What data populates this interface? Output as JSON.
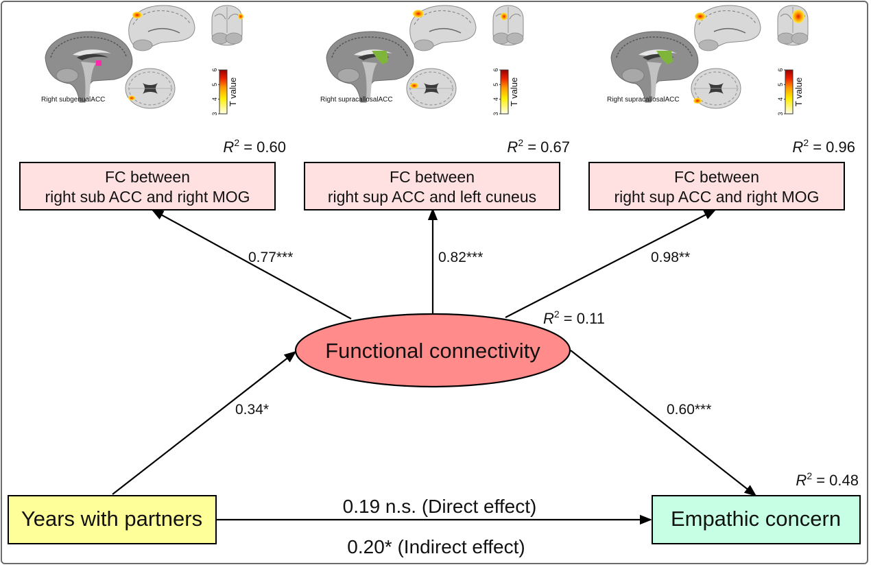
{
  "panels": [
    {
      "caption": "Right subgenualACC",
      "seed_color": "#ff2aa8",
      "colorbar": {
        "title": "T value",
        "ticks": [
          "3",
          "4",
          "5",
          "6"
        ]
      }
    },
    {
      "caption": "Right supracallosalACC",
      "seed_color": "#7fb53a",
      "colorbar": {
        "title": "T value",
        "ticks": [
          "3",
          "4",
          "5",
          "6"
        ]
      }
    },
    {
      "caption": "Right supracallosalACC",
      "seed_color": "#7fb53a",
      "colorbar": {
        "title": "T value",
        "ticks": [
          "3",
          "4",
          "5",
          "6"
        ]
      }
    }
  ],
  "indicators": [
    {
      "line1": "FC between",
      "line2": "right sub ACC and right MOG",
      "r2_label": "R",
      "r2_sup": "2",
      "r2_value": " = 0.60",
      "loading": "0.77***"
    },
    {
      "line1": "FC between",
      "line2": "right sup ACC and left cuneus",
      "r2_label": "R",
      "r2_sup": "2",
      "r2_value": " = 0.67",
      "loading": "0.82***"
    },
    {
      "line1": "FC between",
      "line2": "right sup ACC and right MOG",
      "r2_label": "R",
      "r2_sup": "2",
      "r2_value": " = 0.96",
      "loading": "0.98**"
    }
  ],
  "mediator": {
    "label": "Functional connectivity",
    "r2_label": "R",
    "r2_sup": "2",
    "r2_value": " = 0.11",
    "fill": "#ff8b8b"
  },
  "predictor": {
    "label": "Years with partners",
    "fill": "#ffff99"
  },
  "outcome": {
    "label": "Empathic concern",
    "r2_label": "R",
    "r2_sup": "2",
    "r2_value": " = 0.48",
    "fill": "#c6ffe3"
  },
  "paths": {
    "a": "0.34*",
    "b": "0.60***",
    "direct": "0.19 n.s. (Direct effect)",
    "indirect": "0.20* (Indirect effect)"
  },
  "colors": {
    "indicator_fill": "#ffe1e1",
    "colorbar_low": "#ffffe0",
    "colorbar_mid": "#ffd000",
    "colorbar_high": "#a80000"
  }
}
